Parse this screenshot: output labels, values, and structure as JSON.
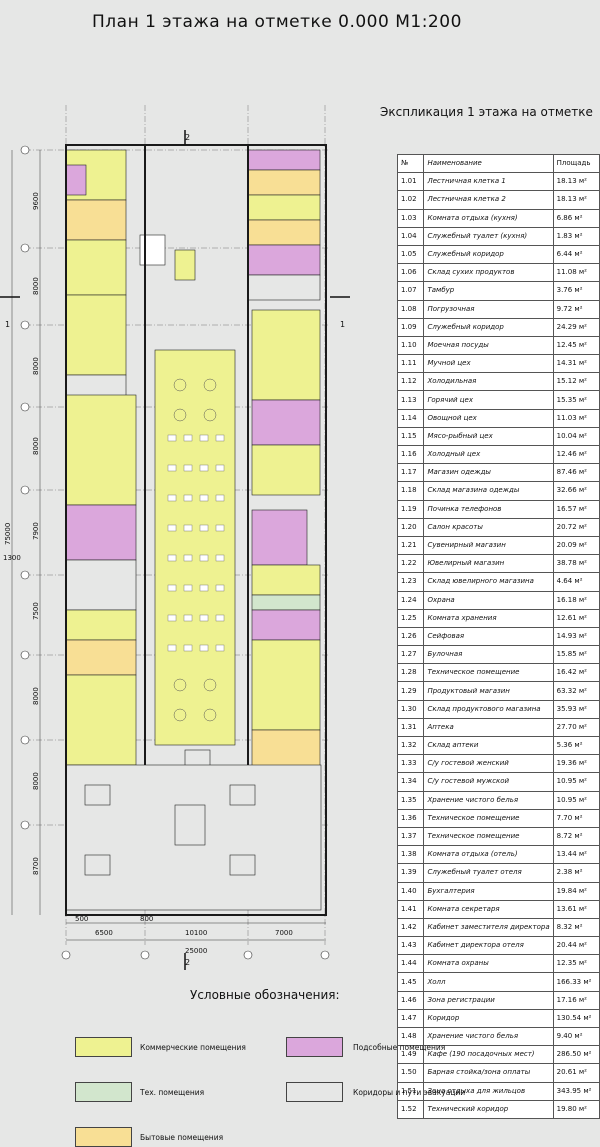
{
  "title": "План 1 этажа на отметке 0.000 М1:200",
  "explication": {
    "title": "Экспликация 1 этажа на отметке",
    "headers": [
      "№",
      "Наименование",
      "Площадь"
    ],
    "rows": [
      [
        "1.01",
        "Лестничная клетка 1",
        "18.13 м²"
      ],
      [
        "1.02",
        "Лестничная клетка 2",
        "18.13 м²"
      ],
      [
        "1.03",
        "Комната отдыха (кухня)",
        "6.86 м²"
      ],
      [
        "1.04",
        "Служебный туалет (кухня)",
        "1.83 м²"
      ],
      [
        "1.05",
        "Служебный коридор",
        "6.44 м²"
      ],
      [
        "1.06",
        "Склад сухих продуктов",
        "11.08 м²"
      ],
      [
        "1.07",
        "Тамбур",
        "3.76 м²"
      ],
      [
        "1.08",
        "Погрузочная",
        "9.72 м²"
      ],
      [
        "1.09",
        "Служебный коридор",
        "24.29 м²"
      ],
      [
        "1.10",
        "Моечная посуды",
        "12.45 м²"
      ],
      [
        "1.11",
        "Мучной цех",
        "14.31 м²"
      ],
      [
        "1.12",
        "Холодильная",
        "15.12 м²"
      ],
      [
        "1.13",
        "Горячий цех",
        "15.35 м²"
      ],
      [
        "1.14",
        "Овощной цех",
        "11.03 м²"
      ],
      [
        "1.15",
        "Мясо-рыбный цех",
        "10.04 м²"
      ],
      [
        "1.16",
        "Холодный цех",
        "12.46 м²"
      ],
      [
        "1.17",
        "Магазин одежды",
        "87.46 м²"
      ],
      [
        "1.18",
        "Склад магазина одежды",
        "32.66 м²"
      ],
      [
        "1.19",
        "Починка телефонов",
        "16.57 м²"
      ],
      [
        "1.20",
        "Салон красоты",
        "20.72 м²"
      ],
      [
        "1.21",
        "Сувенирный магазин",
        "20.09 м²"
      ],
      [
        "1.22",
        "Ювелирный магазин",
        "38.78 м²"
      ],
      [
        "1.23",
        "Склад ювелирного магазина",
        "4.64 м²"
      ],
      [
        "1.24",
        "Охрана",
        "16.18 м²"
      ],
      [
        "1.25",
        "Комната хранения",
        "12.61 м²"
      ],
      [
        "1.26",
        "Сейфовая",
        "14.93 м²"
      ],
      [
        "1.27",
        "Булочная",
        "15.85 м²"
      ],
      [
        "1.28",
        "Техническое помещение",
        "16.42 м²"
      ],
      [
        "1.29",
        "Продуктовый магазин",
        "63.32 м²"
      ],
      [
        "1.30",
        "Склад продуктового магазина",
        "35.93 м²"
      ],
      [
        "1.31",
        "Аптека",
        "27.70 м²"
      ],
      [
        "1.32",
        "Склад аптеки",
        "5.36 м²"
      ],
      [
        "1.33",
        "С/у гостевой женский",
        "19.36 м²"
      ],
      [
        "1.34",
        "С/у гостевой мужской",
        "10.95 м²"
      ],
      [
        "1.35",
        "Хранение чистого белья",
        "10.95 м²"
      ],
      [
        "1.36",
        "Техническое помещение",
        "7.70 м²"
      ],
      [
        "1.37",
        "Техническое помещение",
        "8.72 м²"
      ],
      [
        "1.38",
        "Комната отдыха (отель)",
        "13.44 м²"
      ],
      [
        "1.39",
        "Служебный туалет отеля",
        "2.38 м²"
      ],
      [
        "1.40",
        "Бухгалтерия",
        "19.84 м²"
      ],
      [
        "1.41",
        "Комната секретаря",
        "13.61 м²"
      ],
      [
        "1.42",
        "Кабинет заместителя директора",
        "8.32 м²"
      ],
      [
        "1.43",
        "Кабинет директора отеля",
        "20.44 м²"
      ],
      [
        "1.44",
        "Комната охраны",
        "12.35 м²"
      ],
      [
        "1.45",
        "Холл",
        "166.33 м²"
      ],
      [
        "1.46",
        "Зона регистрации",
        "17.16 м²"
      ],
      [
        "1.47",
        "Коридор",
        "130.54 м²"
      ],
      [
        "1.48",
        "Хранение чистого белья",
        "9.40 м²"
      ],
      [
        "1.49",
        "Кафе (190 посадочных мест)",
        "286.50 м²"
      ],
      [
        "1.50",
        "Барная стойка/зона оплаты",
        "20.61 м²"
      ],
      [
        "1.51",
        "Зона отдыха для жильцов",
        "343.95 м²"
      ],
      [
        "1.52",
        "Технический коридор",
        "19.80 м²"
      ]
    ]
  },
  "plan": {
    "dim_left": [
      "9600",
      "8000",
      "8000",
      "8000",
      "7900",
      "7500",
      "8000",
      "8000",
      "8700"
    ],
    "dim_total": "75000",
    "dim_1300": "1300",
    "dim_bottom": [
      "500",
      "6500",
      "800",
      "10100",
      "7000"
    ],
    "dim_bottom_total": "25000",
    "section_marks": [
      "1",
      "1",
      "2",
      "2"
    ]
  },
  "legend": {
    "title": "Условные обозначения:",
    "items": [
      {
        "label": "Коммерческие помещения",
        "color": "#eef291"
      },
      {
        "label": "Подсобные помещения",
        "color": "#dba7dc"
      },
      {
        "label": "Тех. помещения",
        "color": "#d2e6cd"
      },
      {
        "label": "Коридоры и пути эвакуации",
        "color": "#e6e7e6"
      },
      {
        "label": "Бытовые помещения",
        "color": "#f8df95"
      }
    ]
  },
  "colors": {
    "commercial": "#eef291",
    "utility": "#dba7dc",
    "technical": "#d2e6cd",
    "corridor": "#e6e7e6",
    "household": "#f8df95",
    "wall": "#1a1a1a"
  }
}
